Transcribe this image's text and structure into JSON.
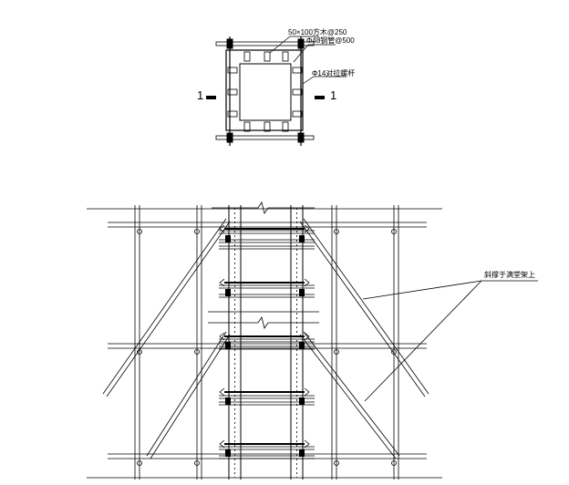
{
  "plan_view": {
    "callouts": [
      "50×100方木@250",
      "Φ48钢管@500",
      "Φ14对拉螺杆"
    ],
    "section_mark": {
      "left": "1",
      "right": "1"
    }
  },
  "elevation_view": {
    "callout": "斜撑于满堂架上"
  },
  "colors": {
    "line": "#000000",
    "background": "#ffffff"
  }
}
